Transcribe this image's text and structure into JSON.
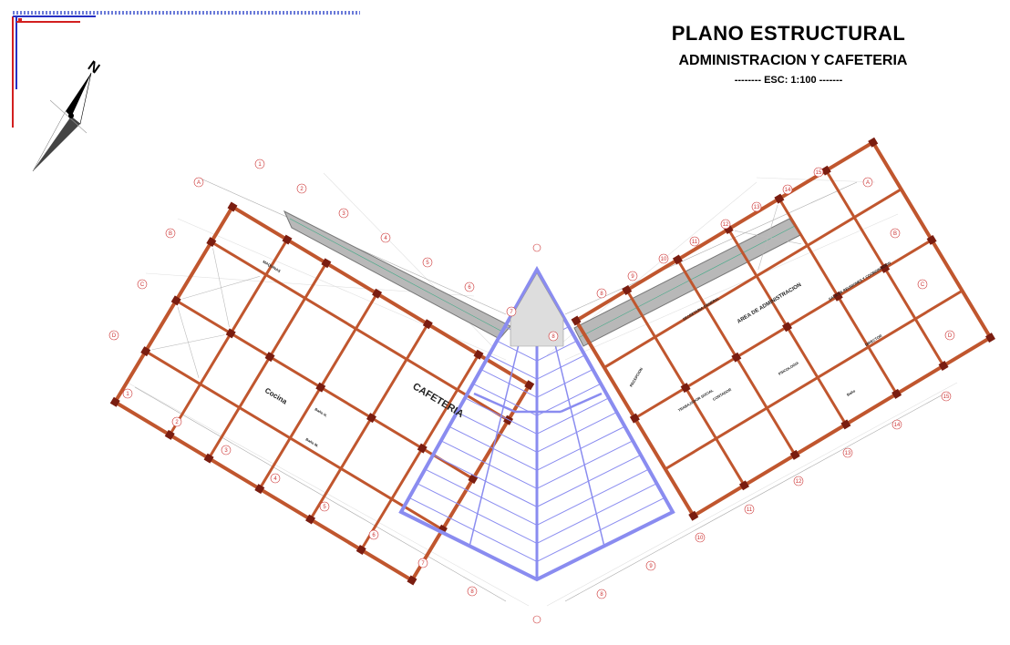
{
  "title": "PLANO ESTRUCTURAL",
  "subtitle": "ADMINISTRACION Y CAFETERIA",
  "scale": "-------- ESC: 1:100 -------",
  "north_label": "N",
  "colors": {
    "beam": "#c0562e",
    "roof": "#8a8cf0",
    "wall": "#6a6a6a",
    "stamp_red": "#d21f1f",
    "stamp_blue": "#2630c4"
  },
  "rooms": {
    "cafeteria": "CAFETERIA",
    "cocina": "Cocina",
    "bano_h": "Baño H.",
    "bano_m": "Baño M.",
    "maquinas": "MAQUINAS",
    "admin": "AREA DE ADMINISTRACION",
    "secretaria": "SECRETARIA GENERAL",
    "sala": "SALA DE REUNIONES Y COORDINACION",
    "director": "DIRECTOR",
    "psicologia": "PSICOLOGIA",
    "contador": "CONTADOR",
    "trabajador": "TRABAJADOR SOCIAL",
    "recepcion": "RECEPCION",
    "bano": "Baño"
  },
  "axes": {
    "left": [
      "1",
      "2",
      "3",
      "4",
      "5",
      "6",
      "7",
      "8"
    ],
    "right": [
      "8",
      "9",
      "10",
      "11",
      "12",
      "13",
      "14",
      "15"
    ],
    "letters": [
      "A",
      "B",
      "C",
      "D"
    ]
  }
}
